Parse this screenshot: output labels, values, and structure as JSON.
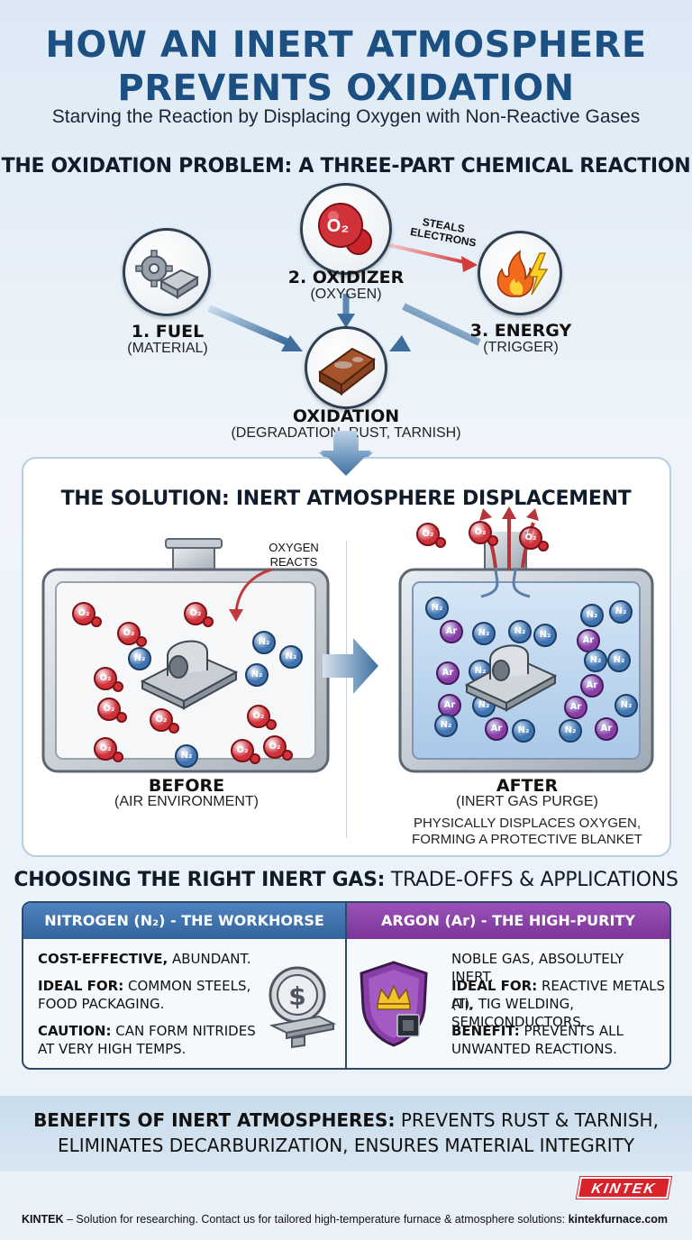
{
  "header": {
    "title_line1": "HOW AN INERT ATMOSPHERE",
    "title_line2": "PREVENTS OXIDATION",
    "subtitle": "Starving the Reaction by Displacing Oxygen with Non-Reactive Gases"
  },
  "problem": {
    "heading": "THE OXIDATION PROBLEM: A THREE-PART CHEMICAL REACTION",
    "fuel_label": "1. FUEL",
    "fuel_sub": "(MATERIAL)",
    "oxidizer_label": "2. OXIDIZER",
    "oxidizer_sub": "(OXYGEN)",
    "oxidizer_symbol": "O₂",
    "energy_label": "3. ENERGY",
    "energy_sub": "(TRIGGER)",
    "steals_line1": "STEALS",
    "steals_line2": "ELECTRONS",
    "result_label": "OXIDATION",
    "result_sub": "(DEGRADATION, RUST, TARNISH)"
  },
  "solution": {
    "heading": "THE SOLUTION: INERT ATMOSPHERE DISPLACEMENT",
    "reacts_line1": "OXYGEN",
    "reacts_line2": "REACTS",
    "before_label": "BEFORE",
    "before_sub": "(AIR ENVIRONMENT)",
    "after_label": "AFTER",
    "after_sub": "(INERT GAS PURGE)",
    "after_note_line1": "PHYSICALLY DISPLACES OXYGEN,",
    "after_note_line2": "FORMING A PROTECTIVE BLANKET",
    "before_molecules": [
      "O₂",
      "O₂",
      "O₂",
      "N₂",
      "O₂",
      "N₂",
      "O₂",
      "N₂",
      "O₂",
      "O₂",
      "O₂",
      "O₂",
      "N₂",
      "O₂",
      "N₂"
    ],
    "after_molecules": [
      "N₂",
      "N₂",
      "N₂",
      "Ar",
      "Ar",
      "N₂",
      "Ar",
      "N₂",
      "Ar",
      "N₂",
      "N₂",
      "Ar",
      "N₂",
      "Ar",
      "N₂",
      "N₂",
      "Ar",
      "N₂",
      "N₂",
      "N₂",
      "Ar",
      "N₂"
    ],
    "escaping_molecules": [
      "O₂",
      "O₂",
      "O₂"
    ]
  },
  "gases": {
    "heading_bold": "CHOOSING THE RIGHT INERT GAS:",
    "heading_rest": " TRADE-OFFS & APPLICATIONS",
    "nitrogen": {
      "title": "NITROGEN (N₂) - THE WORKHORSE",
      "line1_bold": "COST-EFFECTIVE,",
      "line1_rest": " ABUNDANT.",
      "line2_bold": "IDEAL FOR:",
      "line2_rest": " COMMON STEELS,",
      "line3": "FOOD PACKAGING.",
      "line4_bold": "CAUTION:",
      "line4_rest": " CAN FORM NITRIDES",
      "line5": "AT VERY HIGH TEMPS."
    },
    "argon": {
      "title": "ARGON (Ar) - THE HIGH-PURITY PROTECTOR",
      "line1": "NOBLE GAS, ABSOLUTELY INERT.",
      "line2_bold": "IDEAL FOR:",
      "line2_rest": " REACTIVE METALS (Ti,",
      "line3": "Al), TIG WELDING, SEMICONDUCTORS.",
      "line4_bold": "BENEFIT:",
      "line4_rest": " PREVENTS ALL",
      "line5": "UNWANTED REACTIONS."
    }
  },
  "benefits": {
    "bold": "BENEFITS OF INERT ATMOSPHERES:",
    "line1_rest": " PREVENTS RUST & TARNISH,",
    "line2": "ELIMINATES DECARBURIZATION, ENSURES MATERIAL INTEGRITY"
  },
  "footer": {
    "brand": "KINTEK",
    "text": " – Solution for researching. Contact us for tailored high-temperature furnace & atmosphere solutions: ",
    "site": "kintekfurnace.com",
    "logo": "KINTEK"
  },
  "colors": {
    "title_blue": "#1c4f82",
    "nitrogen_blue": "#3f74b1",
    "argon_purple": "#8a3fa8",
    "oxygen_red": "#d0323a",
    "logo_red": "#d8232a"
  }
}
